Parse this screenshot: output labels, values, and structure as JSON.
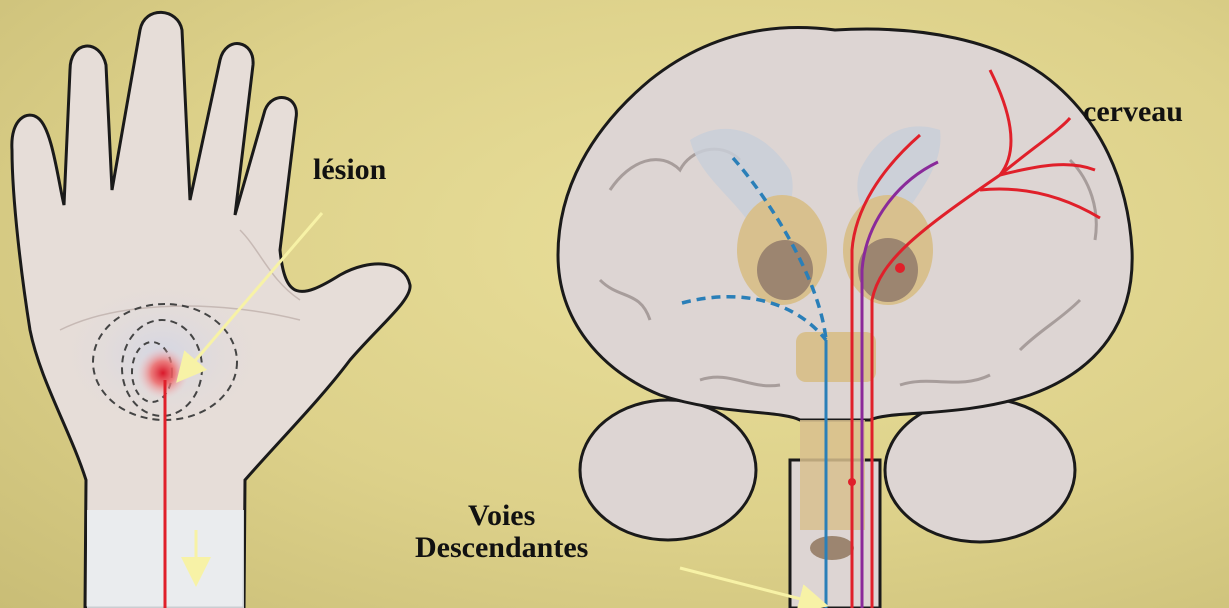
{
  "labels": {
    "lesion": "lésion",
    "cerveau": "cerveau",
    "voies_line1": "Voies",
    "voies_line2": "Descendantes"
  },
  "colors": {
    "background": "#e0d68e",
    "hand_fill": "#e6ddd8",
    "brain_fill": "#ddd5d3",
    "ascending_pathway": "#e0202a",
    "descending_pathway": "#2a7fb8",
    "purple_pathway": "#8a2a9a",
    "pointer_arrow": "#f5f0a0"
  },
  "icons": {
    "hand": "palm-hand-illustration",
    "brain": "brain-coronal-section-illustration"
  }
}
